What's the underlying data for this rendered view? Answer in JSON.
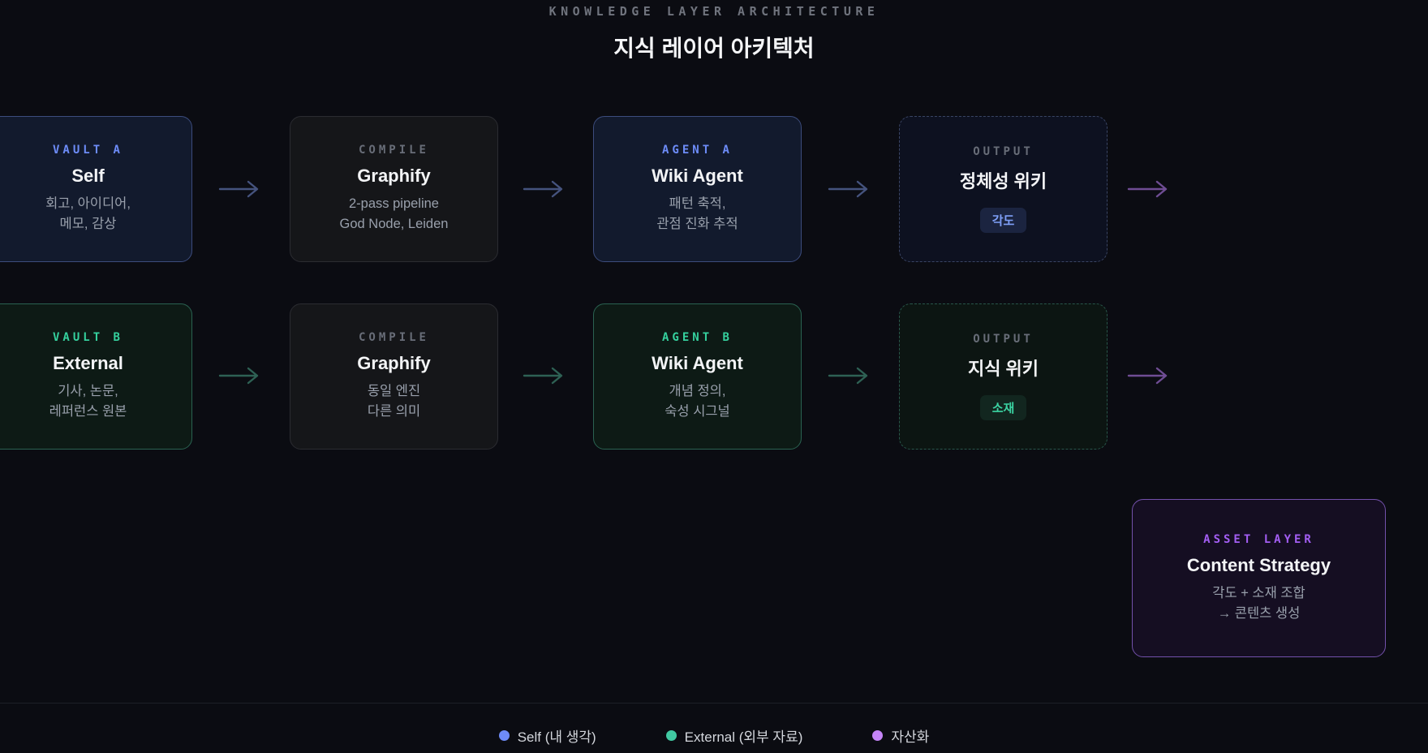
{
  "header": {
    "eyebrow": "KNOWLEDGE LAYER ARCHITECTURE",
    "title": "지식 레이어 아키텍처"
  },
  "nodes": {
    "vault_a": {
      "label": "VAULT A",
      "title": "Self",
      "desc": "회고, 아이디어,\n메모, 감상"
    },
    "compile_a": {
      "label": "COMPILE",
      "title": "Graphify",
      "desc": "2-pass pipeline\nGod Node, Leiden"
    },
    "agent_a": {
      "label": "AGENT A",
      "title": "Wiki Agent",
      "desc": "패턴 축적,\n관점 진화 추적"
    },
    "output_a": {
      "label": "OUTPUT",
      "title": "정체성 위키",
      "badge": "각도"
    },
    "vault_b": {
      "label": "VAULT B",
      "title": "External",
      "desc": "기사, 논문,\n레퍼런스 원본"
    },
    "compile_b": {
      "label": "COMPILE",
      "title": "Graphify",
      "desc": "동일 엔진\n다른 의미"
    },
    "agent_b": {
      "label": "AGENT B",
      "title": "Wiki Agent",
      "desc": "개념 정의,\n숙성 시그널"
    },
    "output_b": {
      "label": "OUTPUT",
      "title": "지식 위키",
      "badge": "소재"
    },
    "asset": {
      "label": "ASSET LAYER",
      "title": "Content Strategy",
      "desc": "각도 + 소재 조합\n→ 콘텐츠 생성"
    }
  },
  "legend": {
    "items": [
      {
        "label": "Self (내 생각)",
        "color": "#6e8bf7"
      },
      {
        "label": "External (외부 자료)",
        "color": "#41c9a2"
      },
      {
        "label": "자산화",
        "color": "#c585f7"
      }
    ]
  },
  "colors": {
    "background": "#0b0c12",
    "accent_blue": "#6d8cf8",
    "accent_teal": "#35d19e",
    "accent_purple": "#a35ef3",
    "arrow_blue": "#45537e",
    "arrow_teal": "#2e6154",
    "arrow_purple": "#6f4d94",
    "badge_blue_bg": "#1b2440",
    "badge_teal_bg": "#12261f"
  }
}
